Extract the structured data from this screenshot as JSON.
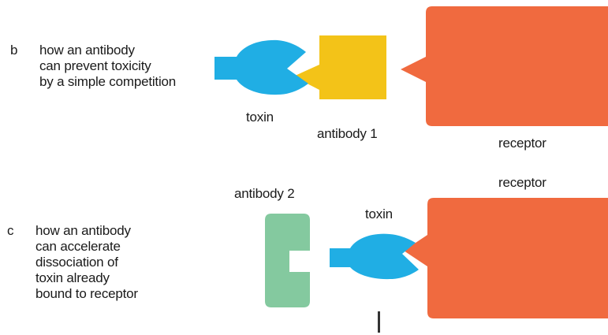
{
  "panel_b": {
    "letter": "b",
    "caption": [
      "how an antibody",
      "can prevent toxicity",
      "by a simple competition"
    ],
    "toxin_label": "toxin",
    "antibody_label": "antibody 1",
    "receptor_label": "receptor"
  },
  "panel_c": {
    "letter": "c",
    "caption": [
      "how an antibody",
      "can accelerate",
      "dissociation of",
      "toxin already",
      "bound to receptor"
    ],
    "antibody_label": "antibody 2",
    "toxin_label": "toxin",
    "receptor_label": "receptor"
  },
  "colors": {
    "receptor": "#f06a3f",
    "toxin": "#20aee4",
    "antibody1": "#f3c318",
    "antibody2": "#84c99f"
  }
}
